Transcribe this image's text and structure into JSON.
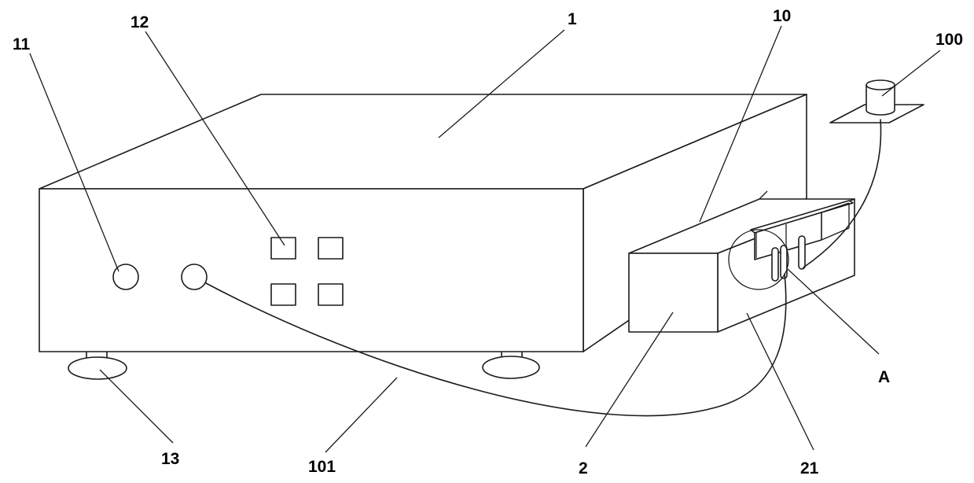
{
  "figure": {
    "labels": {
      "housing": "1",
      "port_11": "11",
      "buttons": "12",
      "foot": "13",
      "cable_101": "101",
      "drawer": "2",
      "drawer_side": "21",
      "drawer_top": "10",
      "sensor": "100",
      "detail": "A"
    }
  }
}
